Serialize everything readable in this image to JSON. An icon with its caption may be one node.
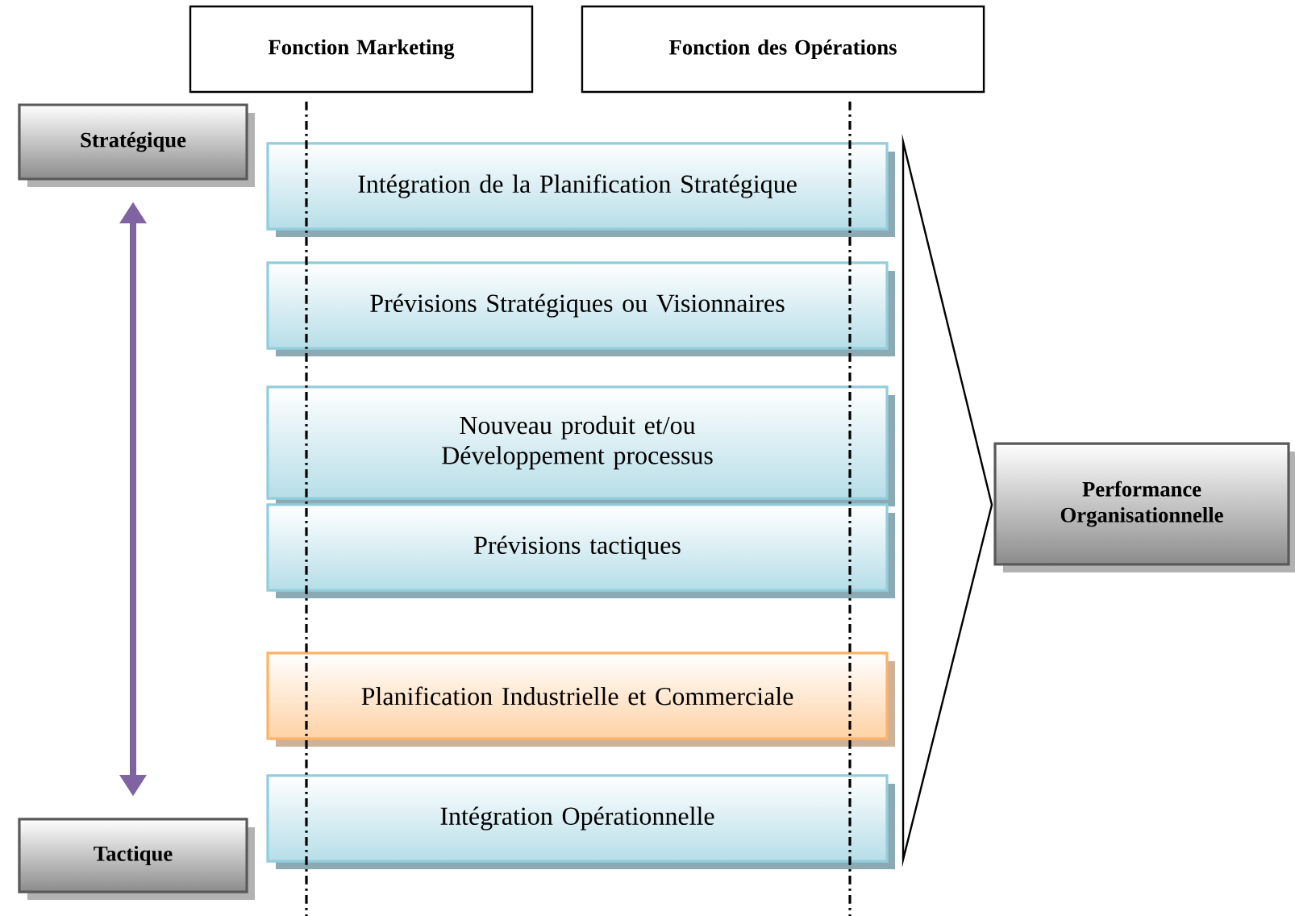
{
  "diagram": {
    "nodes": [
      {
        "text": [
          "Fonction Marketing"
        ]
      },
      {
        "text": [
          "Fonction des Opérations"
        ]
      },
      {
        "text": [
          "Stratégique"
        ]
      },
      {
        "text": [
          "Tactique"
        ]
      },
      {
        "text": [
          "Intégration de la Planification Stratégique"
        ]
      },
      {
        "text": [
          "Prévisions Stratégiques ou Visionnaires"
        ]
      },
      {
        "text": [
          "Nouveau produit et/ou Développement processus"
        ]
      },
      {
        "text": [
          "Prévisions tactiques"
        ]
      },
      {
        "text": [
          "Planification Industrielle et Commerciale"
        ]
      },
      {
        "text": [
          "Intégration Opérationnelle"
        ]
      },
      {
        "text": [
          "Performance Organisationnelle"
        ]
      }
    ],
    "edges": [
      {
        "from": 2,
        "to": 3,
        "arrow": "both",
        "color": "#8064a2"
      }
    ]
  }
}
